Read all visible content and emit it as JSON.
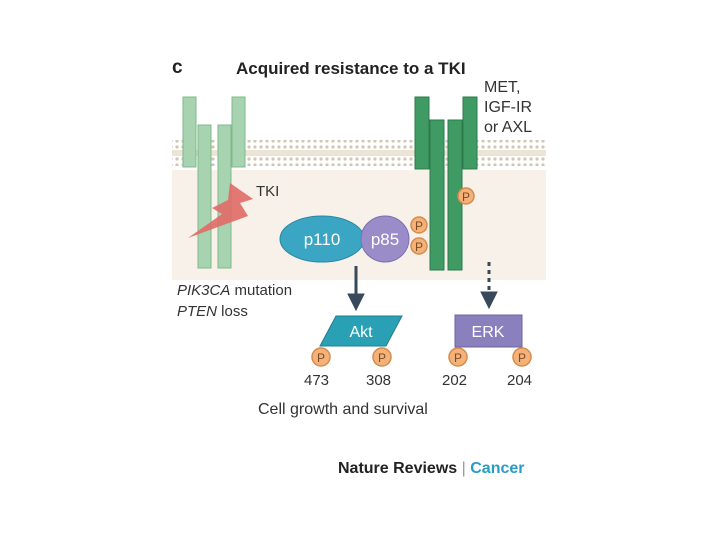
{
  "panel_letter": "c",
  "title": "Acquired resistance to a TKI",
  "rtk_label": [
    "MET,",
    "IGF-IR",
    "or AXL"
  ],
  "tki_label": "TKI",
  "mutation": {
    "gene": "PIK3CA",
    "gene_suffix": " mutation",
    "loss": "PTEN",
    "loss_suffix": " loss"
  },
  "nodes": {
    "p110": "p110",
    "p85": "p85",
    "akt": "Akt",
    "erk": "ERK"
  },
  "phospho": "P",
  "akt_sites": [
    "473",
    "308"
  ],
  "erk_sites": [
    "202",
    "204"
  ],
  "caption": "Cell growth and survival",
  "footer": {
    "journal": "Nature Reviews",
    "separator": "|",
    "section": "Cancer"
  },
  "colors": {
    "receptor_light": "#a8d3b0",
    "receptor_dark": "#3f9a64",
    "p110": "#3aa6c4",
    "p85": "#9a8cc8",
    "akt": "#2aa0b4",
    "erk": "#8a80bd",
    "phospho": "#f4b27a",
    "tki": "#e06a66",
    "accent": "#2a9cc4"
  }
}
